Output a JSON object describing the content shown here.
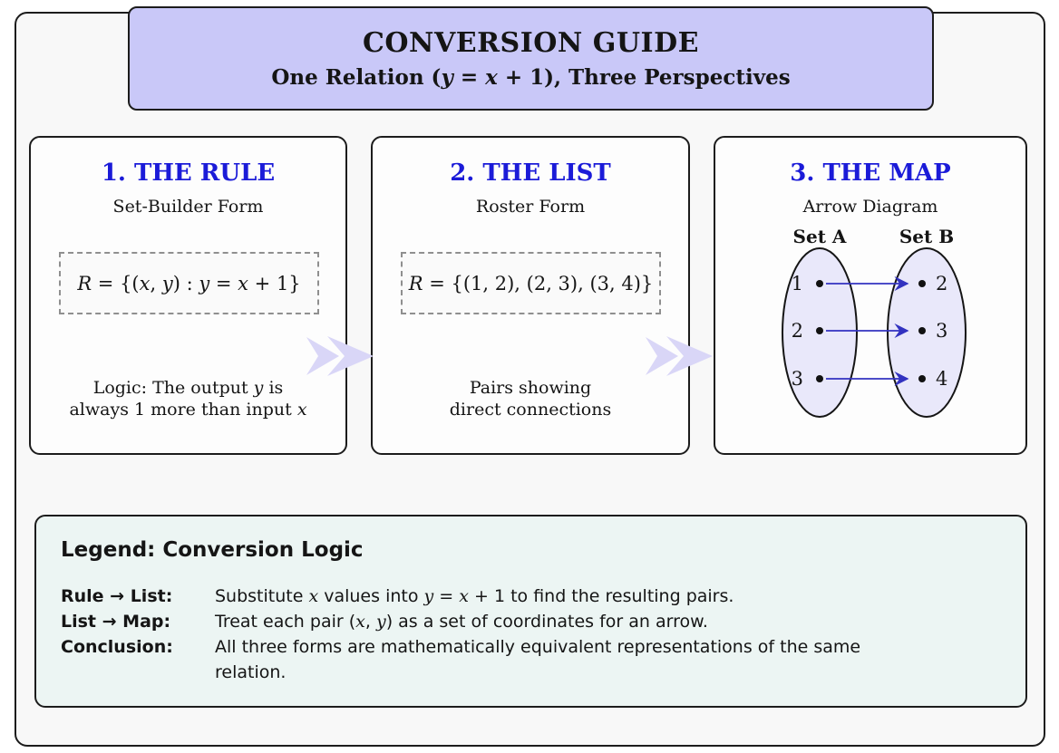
{
  "colors": {
    "title_box_bg": "#c9c8f8",
    "heading_blue": "#1b1bd8",
    "chevron": "#d9d6f7",
    "ellipse_fill": "#e9e8fa",
    "arrow_blue": "#3232c0",
    "legend_bg": "#ecf5f3",
    "frame_bg": "#f8f8f8"
  },
  "title": {
    "heading": "CONVERSION GUIDE",
    "subtitle": [
      {
        "t": "One Relation ("
      },
      {
        "t": "y",
        "m": true
      },
      {
        "t": " = "
      },
      {
        "t": "x",
        "m": true
      },
      {
        "t": " + 1), Three Perspectives"
      }
    ]
  },
  "panels": [
    {
      "heading": "1. THE RULE",
      "subhead": "Set-Builder Form",
      "formula": [
        {
          "t": "R",
          "m": true
        },
        {
          "t": " = {("
        },
        {
          "t": "x",
          "m": true
        },
        {
          "t": ", "
        },
        {
          "t": "y",
          "m": true
        },
        {
          "t": ") : "
        },
        {
          "t": "y",
          "m": true
        },
        {
          "t": " = "
        },
        {
          "t": "x",
          "m": true
        },
        {
          "t": " + 1}"
        }
      ],
      "caption": [
        {
          "t": "Logic: The output "
        },
        {
          "t": "y",
          "m": true
        },
        {
          "t": " is"
        },
        {
          "br": true
        },
        {
          "t": "always 1 more than input "
        },
        {
          "t": "x",
          "m": true
        }
      ]
    },
    {
      "heading": "2. THE LIST",
      "subhead": "Roster Form",
      "formula": [
        {
          "t": "R",
          "m": true
        },
        {
          "t": " = {(1, 2), (2, 3), (3, 4)}"
        }
      ],
      "caption": [
        {
          "t": "Pairs showing"
        },
        {
          "br": true
        },
        {
          "t": "direct connections"
        }
      ]
    },
    {
      "heading": "3. THE MAP",
      "subhead": "Arrow Diagram",
      "diagram": {
        "set_a_label": "Set A",
        "set_b_label": "Set B",
        "rows": [
          {
            "left": "1",
            "right": "2"
          },
          {
            "left": "2",
            "right": "3"
          },
          {
            "left": "3",
            "right": "4"
          }
        ]
      }
    }
  ],
  "legend": {
    "heading": "Legend: Conversion Logic",
    "rows": [
      {
        "label": "Rule → List:",
        "text": [
          {
            "t": "Substitute "
          },
          {
            "t": "x",
            "m": true
          },
          {
            "t": " values into "
          },
          {
            "t": "y",
            "m": true
          },
          {
            "t": " = "
          },
          {
            "t": "x",
            "m": true
          },
          {
            "t": " + 1 to find the resulting pairs."
          }
        ]
      },
      {
        "label": "List → Map:",
        "text": [
          {
            "t": "Treat each pair ("
          },
          {
            "t": "x",
            "m": true
          },
          {
            "t": ", "
          },
          {
            "t": "y",
            "m": true
          },
          {
            "t": ") as a set of coordinates for an arrow."
          }
        ]
      },
      {
        "label": "Conclusion:",
        "text": [
          {
            "t": "All three forms are mathematically equivalent representations of the same relation."
          }
        ]
      }
    ]
  }
}
